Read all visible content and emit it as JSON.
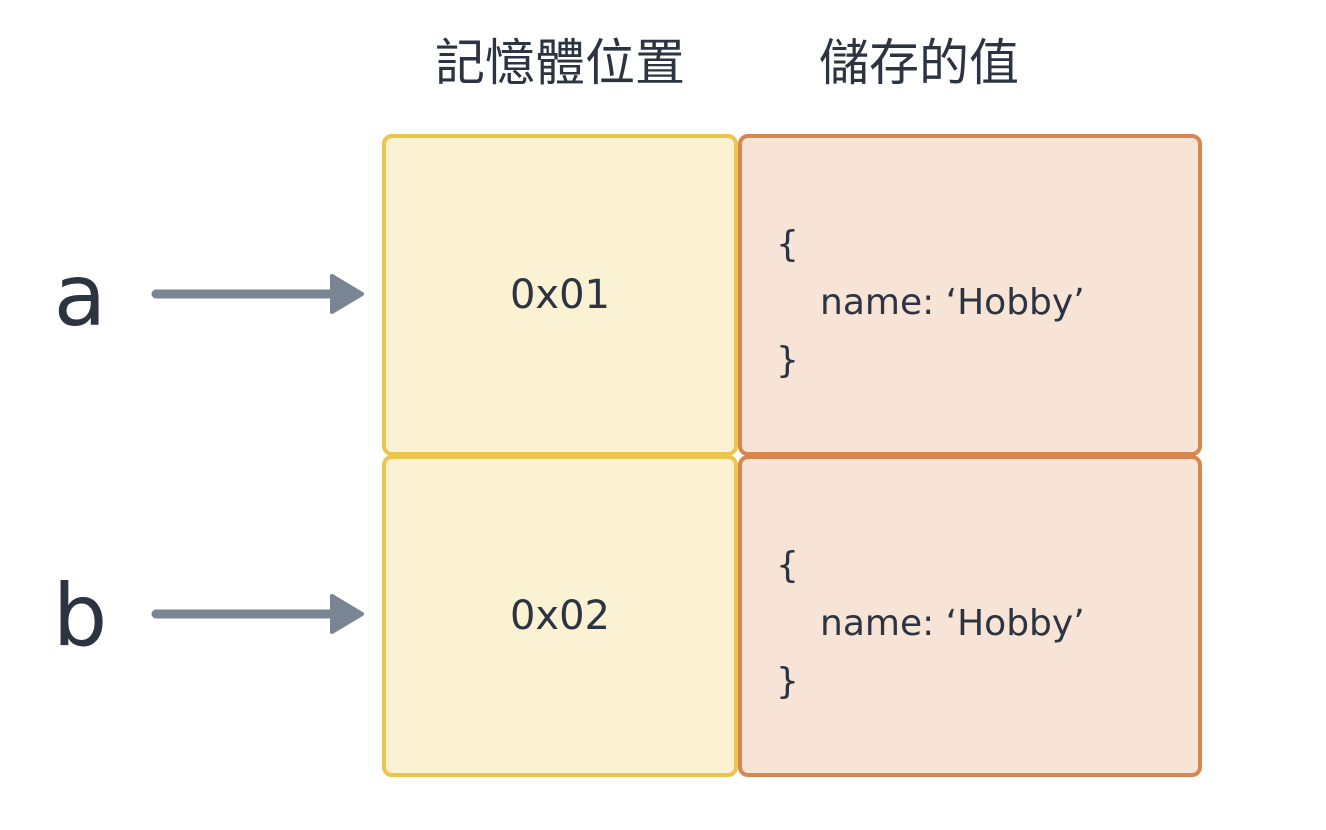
{
  "headers": {
    "address": "記憶體位置",
    "value": "儲存的值"
  },
  "rows": [
    {
      "var": "a",
      "address": "0x01",
      "value": {
        "open": "{",
        "line": "name: ‘Hobby’",
        "close": "}"
      }
    },
    {
      "var": "b",
      "address": "0x02",
      "value": {
        "open": "{",
        "line": "name: ‘Hobby’",
        "close": "}"
      }
    }
  ],
  "colors": {
    "text": "#2c3441",
    "arrow": "#7a8593",
    "address_fill": "#fbf1d3",
    "address_border": "#ecc54e",
    "value_fill": "#f7e4d7",
    "value_border": "#d6874f"
  }
}
